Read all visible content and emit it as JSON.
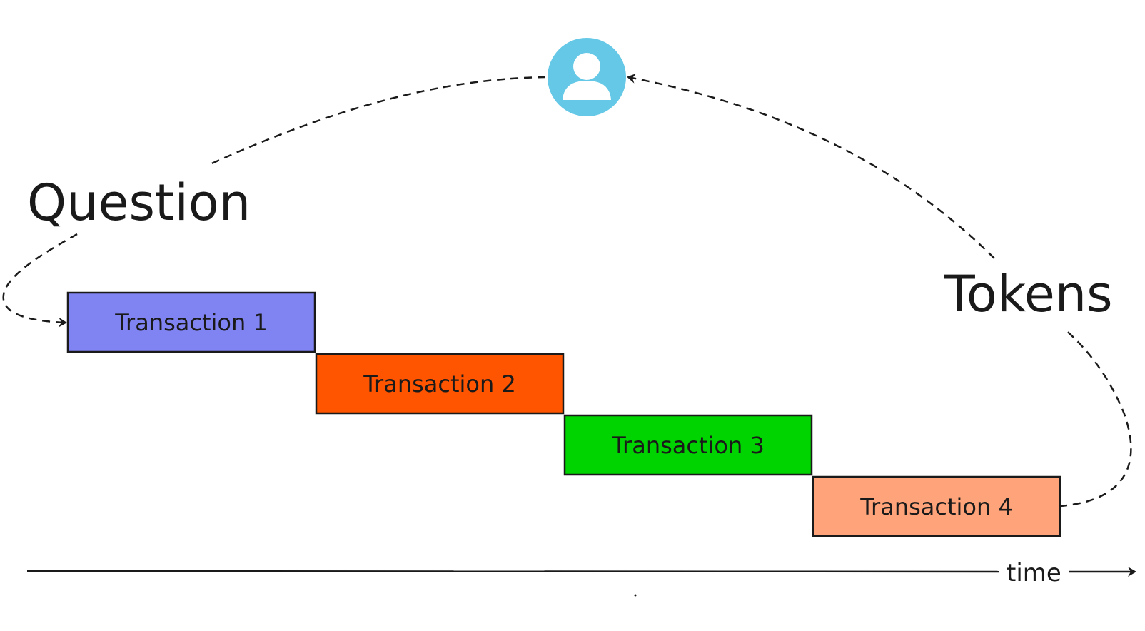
{
  "labels": {
    "question": "Question",
    "tokens": "Tokens",
    "time": "time"
  },
  "transactions": [
    {
      "label": "Transaction 1",
      "color": "#8083f2"
    },
    {
      "label": "Transaction 2",
      "color": "#ff5500"
    },
    {
      "label": "Transaction 3",
      "color": "#00d400"
    },
    {
      "label": "Transaction 4",
      "color": "#ffa47a"
    }
  ],
  "user_icon": {
    "name": "user-icon",
    "color": "#64c8e6"
  }
}
